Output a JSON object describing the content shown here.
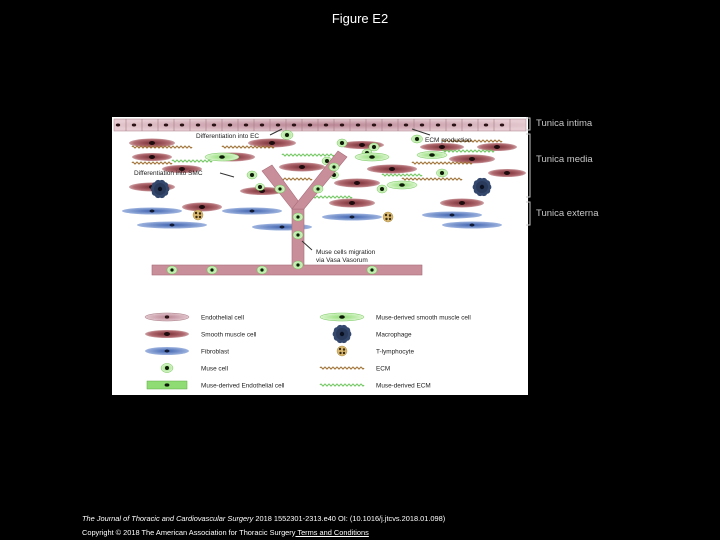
{
  "page": {
    "title": "Figure E2"
  },
  "diagram": {
    "annotations": {
      "differentiation_ec": "Differentiation into EC",
      "ecm_production": "ECM production",
      "differentiation_smc": "Differentiation into SMC",
      "migration_line1": "Muse cells migration",
      "migration_line2": "via Vasa Vasorum"
    },
    "layers": {
      "intima": "Tunica intima",
      "media": "Tunica media",
      "externa": "Tunica externa"
    },
    "legend": [
      {
        "label": "Endothelial cell"
      },
      {
        "label": "Muse-derived smooth muscle cell"
      },
      {
        "label": "Smooth muscle cell"
      },
      {
        "label": "Macrophage"
      },
      {
        "label": "Fibroblast"
      },
      {
        "label": "T-lymphocyte"
      },
      {
        "label": "Muse cell"
      },
      {
        "label": "ECM"
      },
      {
        "label": "Muse-derived Endothelial cell"
      },
      {
        "label": "Muse-derived ECM"
      }
    ],
    "colors": {
      "endothelial": "#c79aa5",
      "smooth_muscle": "#a3575c",
      "fibroblast": "#5e7fc0",
      "muse": "#b8eba2",
      "macrophage": "#34486e",
      "t_lymphocyte": "#d9b870",
      "ecm": "#9a6a2a",
      "muse_ecm": "#6bc45a",
      "vessel": "#c88f9a"
    }
  },
  "footer": {
    "journal": "The Journal of Thoracic and Cardiovascular Surgery",
    "citation": " 2018 1552301-2313.e40 OI: (10.1016/j.jtcvs.2018.01.098)",
    "copyright": "Copyright © 2018 The American Association for Thoracic Surgery",
    "terms_link": " Terms and Conditions"
  }
}
